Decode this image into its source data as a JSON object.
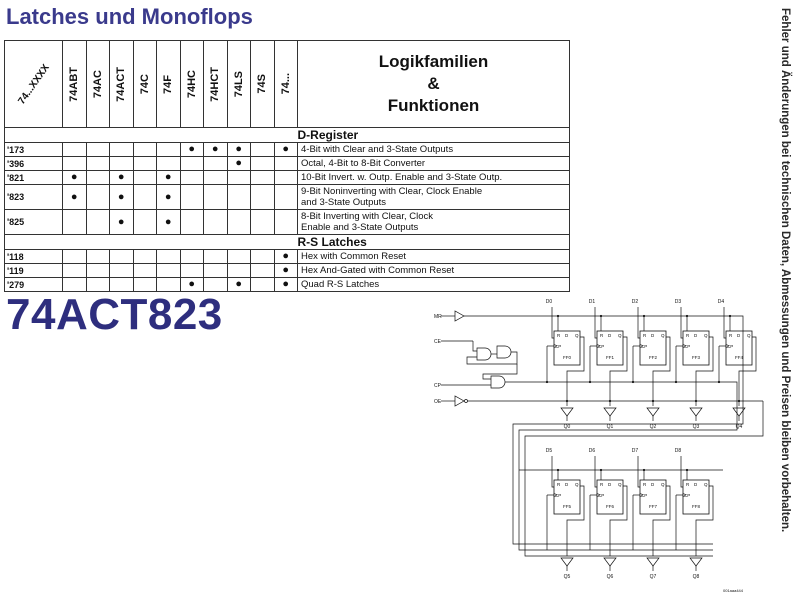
{
  "header": {
    "title": "Latches und Monoflops",
    "side_note": "Fehler und Änderungen bei technischen Daten, Abmessungen und Preisen bleiben vorbehalten."
  },
  "table": {
    "corner_label": "74...XXXX",
    "families": [
      "74ABT",
      "74AC",
      "74ACT",
      "74C",
      "74F",
      "74HC",
      "74HCT",
      "74LS",
      "74S",
      "74..."
    ],
    "title_lines": [
      "Logikfamilien",
      "&",
      "Funktionen"
    ],
    "sections": [
      {
        "name": "D-Register",
        "rows": [
          {
            "code": "'173",
            "dots": [
              false,
              false,
              false,
              false,
              false,
              true,
              true,
              true,
              false,
              true
            ],
            "desc": [
              "4-Bit with Clear and 3-State Outputs"
            ]
          },
          {
            "code": "'396",
            "dots": [
              false,
              false,
              false,
              false,
              false,
              false,
              false,
              true,
              false,
              false
            ],
            "desc": [
              "Octal, 4-Bit to 8-Bit Converter"
            ]
          },
          {
            "code": "'821",
            "dots": [
              true,
              false,
              true,
              false,
              true,
              false,
              false,
              false,
              false,
              false
            ],
            "desc": [
              "10-Bit Invert. w. Outp. Enable and 3-State Outp."
            ]
          },
          {
            "code": "'823",
            "dots": [
              true,
              false,
              true,
              false,
              true,
              false,
              false,
              false,
              false,
              false
            ],
            "desc": [
              "9-Bit Noninverting with Clear, Clock Enable",
              "and 3-State Outputs"
            ]
          },
          {
            "code": "'825",
            "dots": [
              false,
              false,
              true,
              false,
              true,
              false,
              false,
              false,
              false,
              false
            ],
            "desc": [
              "8-Bit Inverting with Clear, Clock",
              "Enable and 3-State Outputs"
            ]
          }
        ]
      },
      {
        "name": "R-S Latches",
        "rows": [
          {
            "code": "'118",
            "dots": [
              false,
              false,
              false,
              false,
              false,
              false,
              false,
              false,
              false,
              true
            ],
            "desc": [
              "Hex with Common Reset"
            ]
          },
          {
            "code": "'119",
            "dots": [
              false,
              false,
              false,
              false,
              false,
              false,
              false,
              false,
              false,
              true
            ],
            "desc": [
              "Hex And-Gated with Common Reset"
            ]
          },
          {
            "code": "'279",
            "dots": [
              false,
              false,
              false,
              false,
              false,
              true,
              false,
              true,
              false,
              true
            ],
            "desc": [
              "Quad R-S Latches"
            ]
          }
        ]
      }
    ],
    "dot_symbol": "●"
  },
  "part_number": "74ACT823",
  "schematic": {
    "control_inputs": [
      "MR",
      "CE",
      "CP",
      "OE"
    ],
    "top_row": {
      "inputs": [
        "D0",
        "D1",
        "D2",
        "D3",
        "D4"
      ],
      "flipflops": [
        "FF0",
        "FF1",
        "FF2",
        "FF3",
        "FF4"
      ],
      "outputs": [
        "Q0",
        "Q1",
        "Q2",
        "Q3",
        "Q4"
      ]
    },
    "bottom_row": {
      "inputs": [
        "D5",
        "D6",
        "D7",
        "D8"
      ],
      "flipflops": [
        "FF5",
        "FF6",
        "FF7",
        "FF8"
      ],
      "outputs": [
        "Q5",
        "Q6",
        "Q7",
        "Q8"
      ]
    },
    "pin_labels": {
      "r": "R",
      "d": "D",
      "q": "Q",
      "cp": "CP"
    },
    "figure_id": "001aaa444"
  }
}
